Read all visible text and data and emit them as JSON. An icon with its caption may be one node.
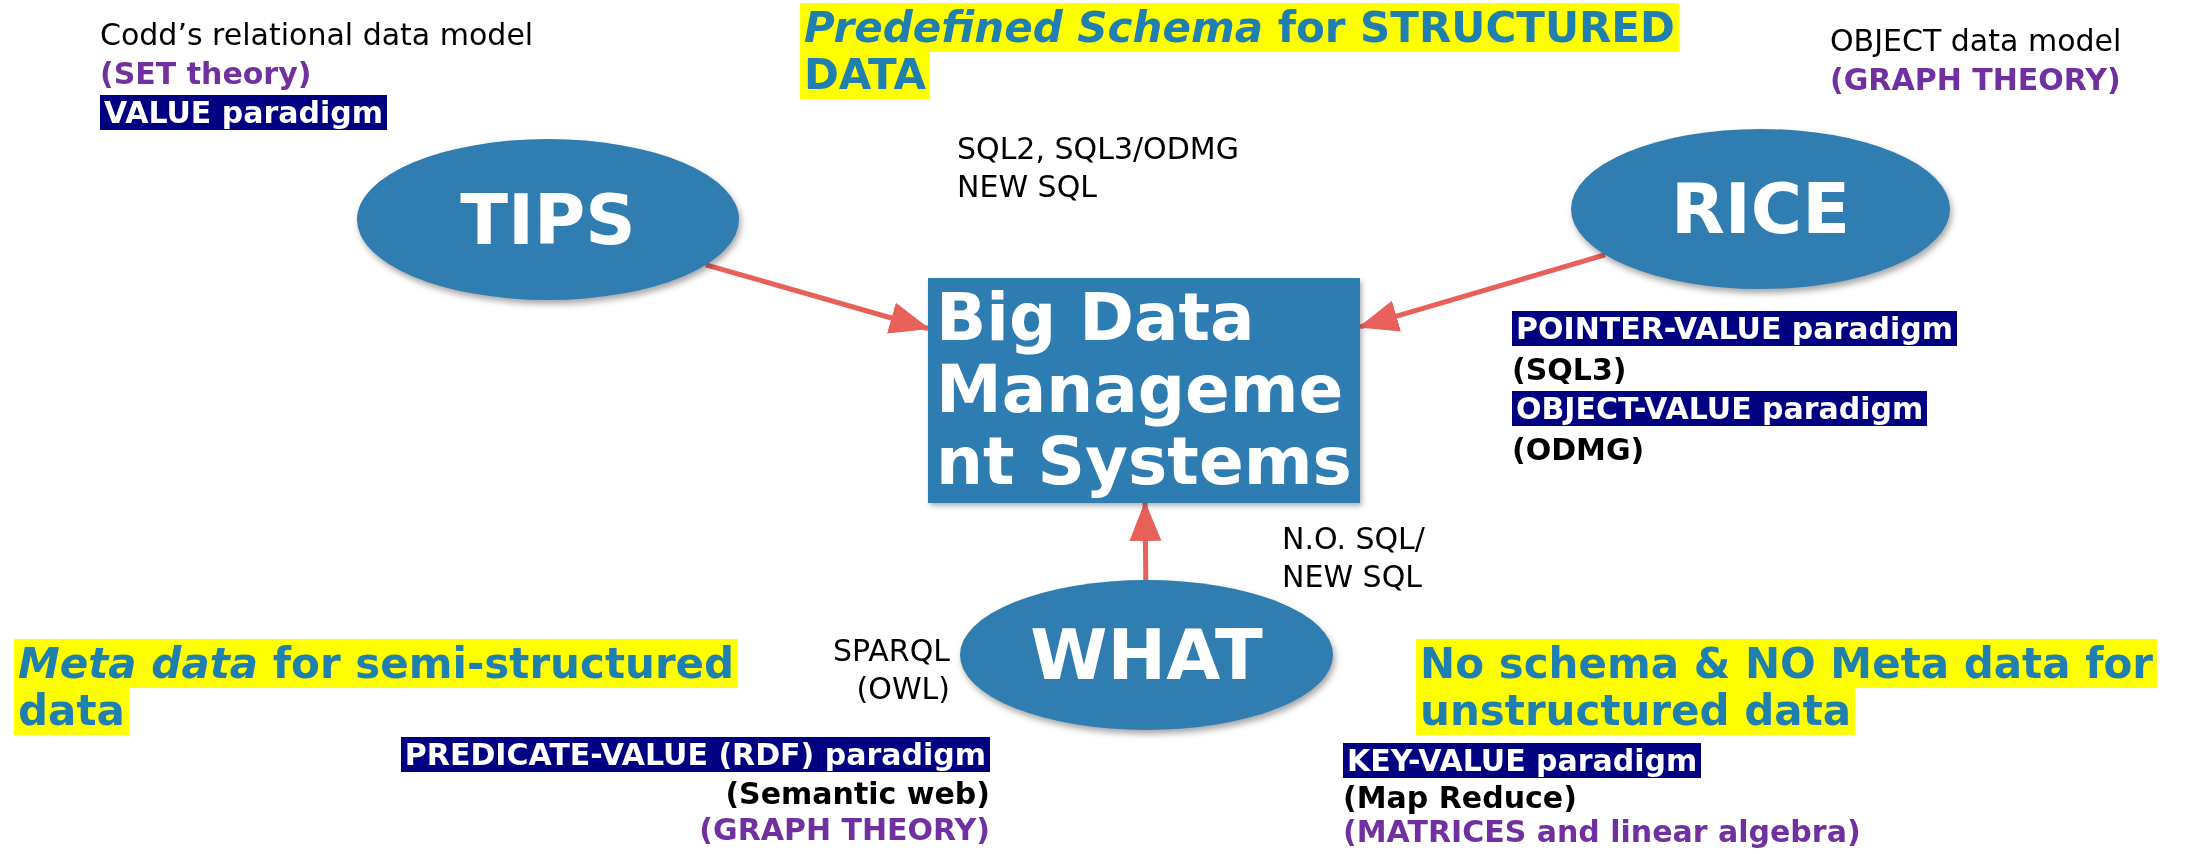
{
  "diagram": {
    "nodes": [
      {
        "text": [
          "TIPS"
        ]
      },
      {
        "text": [
          "RICE"
        ]
      },
      {
        "text": [
          "Big Data Management Systems"
        ]
      },
      {
        "text": [
          "WHAT"
        ]
      }
    ],
    "edges": [
      {
        "from": 0,
        "to": 2,
        "arrow": "to"
      },
      {
        "from": 1,
        "to": 2,
        "arrow": "to"
      },
      {
        "from": 3,
        "to": 2,
        "arrow": "to"
      }
    ],
    "labels": [
      "Codd’s relational data model",
      "(SET theory)",
      "VALUE paradigm",
      "*Predefined Schema* for STRUCTURED DATA",
      "SQL2, SQL3/ODMG NEW SQL",
      "OBJECT data model",
      "(GRAPH THEORY)",
      "POINTER-VALUE paradigm",
      "(SQL3)",
      "OBJECT-VALUE paradigm",
      "(ODMG)",
      "N.O. SQL/ NEW SQL",
      "*Meta data* for semi-structured data",
      "SPARQL (OWL)",
      "PREDICATE-VALUE (RDF) paradigm",
      "(Semantic web)",
      "(GRAPH THEORY)",
      "No schema & NO Meta data for unstructured data",
      "KEY-VALUE paradigm",
      "(Map Reduce)",
      "(MATRICES and linear algebra)"
    ]
  }
}
